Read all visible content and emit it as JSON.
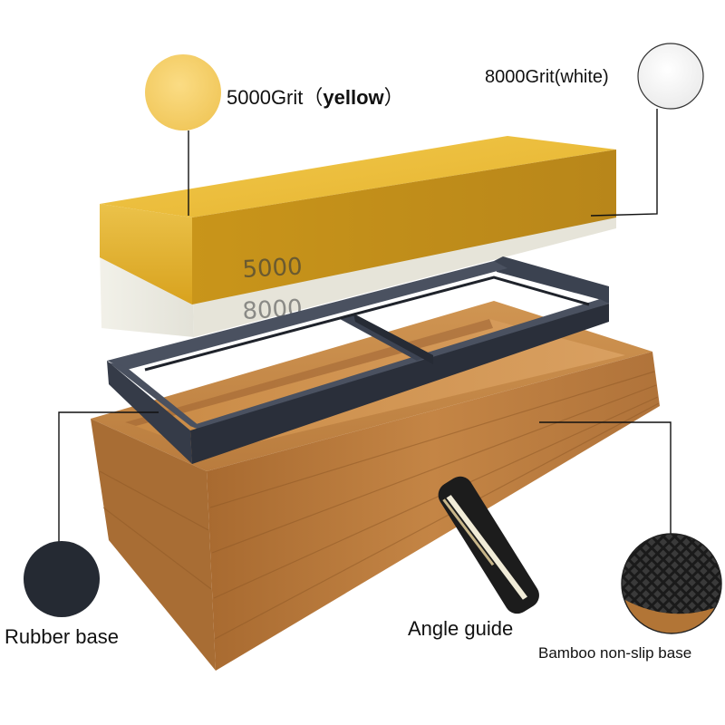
{
  "labels": {
    "yellow_stone": {
      "prefix": "5000Grit（",
      "emphasis": "yellow",
      "suffix": "）"
    },
    "white_stone": "8000Grit(white)",
    "rubber_base": "Rubber base",
    "angle_guide": "Angle guide",
    "bamboo_base": "Bamboo non-slip base"
  },
  "stone_markings": {
    "top": "5000",
    "bottom": "8000"
  },
  "colors": {
    "yellow_stone": "#e9bd3a",
    "white_stone": "#ecebe2",
    "rubber": "#2e3440",
    "bamboo": "#b87a3c",
    "swatch_dark": "#252a33"
  }
}
